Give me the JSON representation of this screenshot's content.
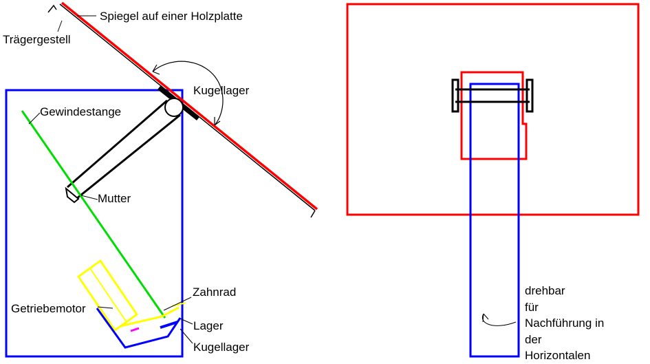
{
  "labels": {
    "mirror": "Spiegel  auf einer Holzplatte",
    "frame": "Trägergestell",
    "ball_bearing_top": "Kugellager",
    "threaded_rod": "Gewindestange",
    "nut": "Mutter",
    "gear": "Zahnrad",
    "gear_motor": "Getriebemotor",
    "bearing": "Lager",
    "ball_bearing_bottom": "Kugellager",
    "rotation_note": [
      "drehbar",
      "für",
      "Nachführung in",
      "der",
      "Horizontalen"
    ]
  },
  "colors": {
    "frame_blue": "#0000ff",
    "mirror_red": "#ff0000",
    "rod_green": "#00dd00",
    "motor_yellow": "#ffff00",
    "structure_black": "#000000",
    "accent_magenta": "#ff00ff"
  }
}
